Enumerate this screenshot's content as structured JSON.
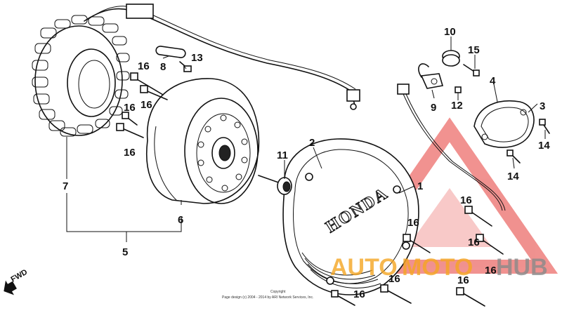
{
  "callouts": {
    "c1": "1",
    "c2": "2",
    "c3": "3",
    "c4": "4",
    "c5": "5",
    "c6": "6",
    "c7": "7",
    "c8": "8",
    "c9": "9",
    "c10": "10",
    "c11": "11",
    "c12": "12",
    "c13": "13",
    "c14a": "14",
    "c14b": "14",
    "c15": "15",
    "c16a": "16",
    "c16b": "16",
    "c16c": "16",
    "c16d": "16",
    "c16e": "16",
    "c16f": "16",
    "c16g": "16",
    "c16h": "16",
    "c16i": "16",
    "c16j": "16",
    "c16k": "16"
  },
  "cover_brand": "HONDA",
  "direction_label": "FWD",
  "watermark": {
    "left": "AUTO",
    "middle": "MOTO",
    "right": "HUB",
    "color_red": "#e53935",
    "color_orange": "#f5a623",
    "color_gray": "#8a8a8a"
  },
  "copyright": {
    "line1": "Copyright",
    "line2": "Page design (c) 2004 - 2014 by ARI Network Services, Inc."
  }
}
